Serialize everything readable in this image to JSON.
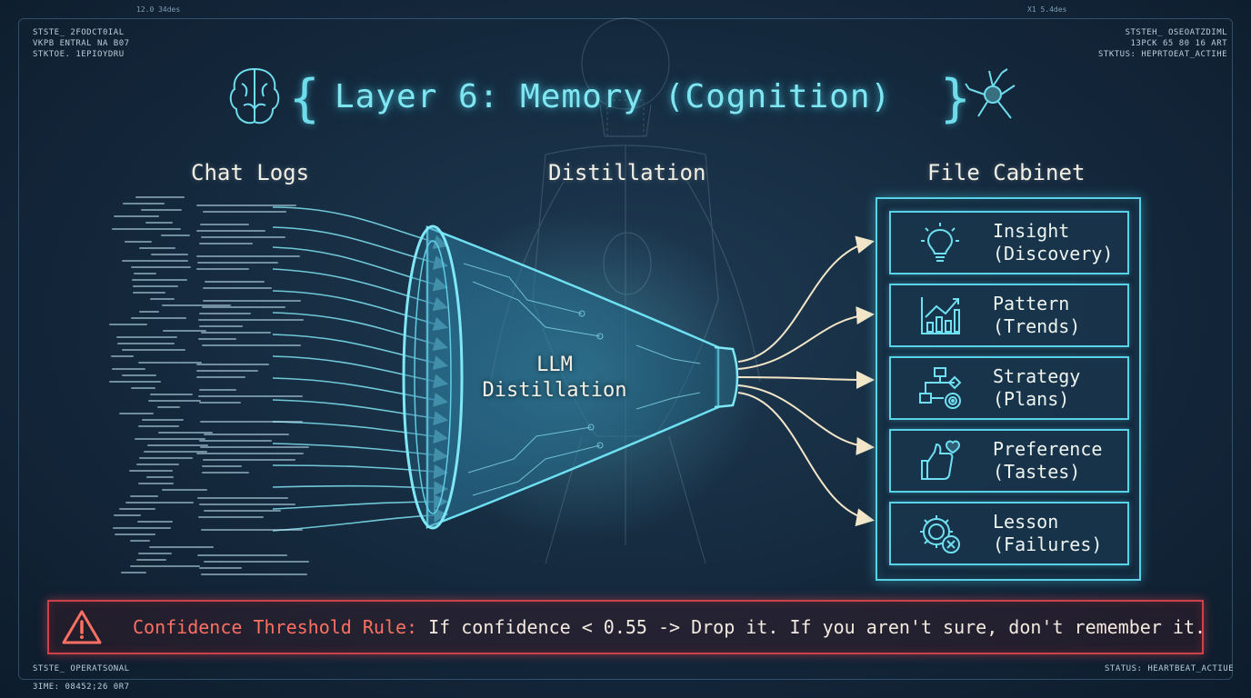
{
  "hud": {
    "top_left": "STSTE_ 2FODCT0IAL\nVKPB ENTRAL NA B07\nSTKTOE. 1EPIOYDRU",
    "top_right": "STSTEH_ OSEOATZDIML\n13PCK 65 80 16 ART\nSTKTUS: HEPRTOEAT_ACTIHE",
    "bottom_left": "STSTE_ OPERATSONAL",
    "bottom_left_time": "3IME: 08452;26 0R7",
    "bottom_right": "STATUS: HEARTBEAT_ACTIUE",
    "top_small_left": "12.0 34des",
    "top_small_right": "X1 5.4des"
  },
  "title": "Layer 6: Memory (Cognition)",
  "sections": {
    "chat_logs": "Chat Logs",
    "distillation": "Distillation",
    "file_cabinet": "File Cabinet"
  },
  "funnel": {
    "line1": "LLM",
    "line2": "Distillation"
  },
  "drawers": [
    {
      "title": "Insight",
      "subtitle": "(Discovery)",
      "icon": "lightbulb-icon"
    },
    {
      "title": "Pattern",
      "subtitle": "(Trends)",
      "icon": "chart-icon"
    },
    {
      "title": "Strategy",
      "subtitle": "(Plans)",
      "icon": "flowchart-icon"
    },
    {
      "title": "Preference",
      "subtitle": "(Tastes)",
      "icon": "thumbs-heart-icon"
    },
    {
      "title": "Lesson",
      "subtitle": "(Failures)",
      "icon": "gear-error-icon"
    }
  ],
  "rule": {
    "key": "Confidence Threshold Rule:",
    "body": " If confidence < 0.55 -> Drop it. If you aren't sure, don't remember it."
  },
  "colors": {
    "accent_cyan": "#59d2e8",
    "title_cyan": "#7fe6f2",
    "warning_red": "#c8434a",
    "arrow_cream": "#f3e6c8"
  }
}
